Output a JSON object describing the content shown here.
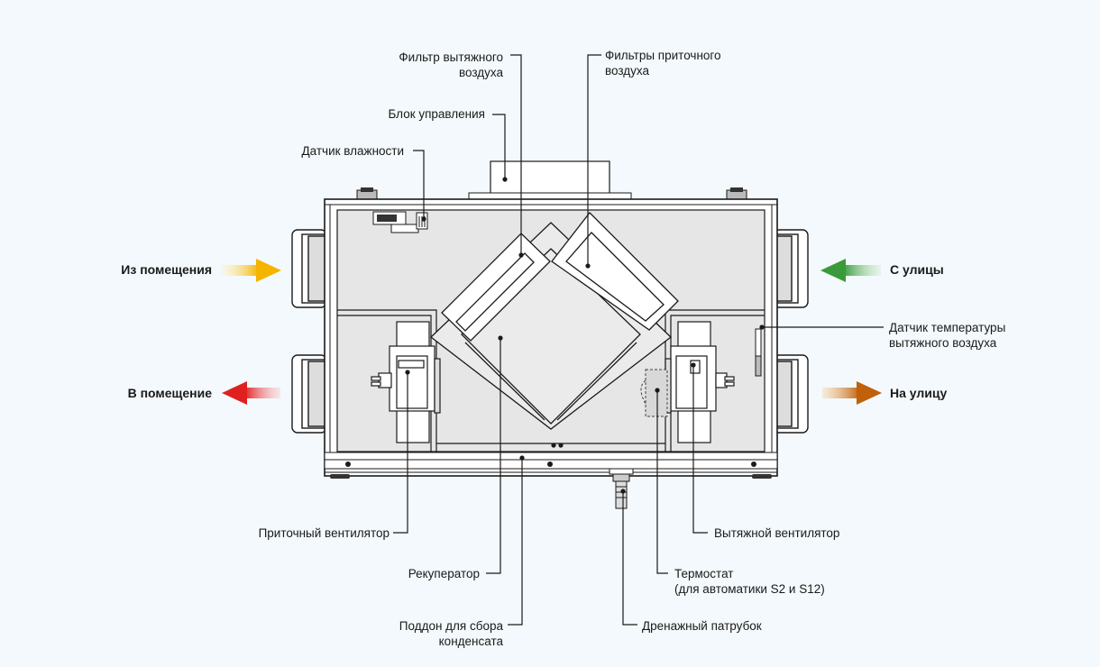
{
  "labels": {
    "exhaust_filter": [
      "Фильтр вытяжного",
      "воздуха"
    ],
    "supply_filters": [
      "Фильтры приточного",
      "воздуха"
    ],
    "control_unit": "Блок управления",
    "humidity_sensor": "Датчик влажности",
    "from_room": "Из помещения",
    "to_room": "В помещение",
    "from_street": "С улицы",
    "to_street": "На улицу",
    "temp_sensor": [
      "Датчик температуры",
      "вытяжного воздуха"
    ],
    "supply_fan": "Приточный вентилятор",
    "recuperator": "Рекуператор",
    "condensate_tray": [
      "Поддон для сбора",
      "конденсата"
    ],
    "exhaust_fan": "Вытяжной вентилятор",
    "thermostat": [
      "Термостат",
      "(для автоматики S2 и S12)"
    ],
    "drain_pipe": "Дренажный патрубок"
  },
  "colors": {
    "background": "#f3f9fc",
    "unit_fill": "#e6e6e6",
    "outline": "#1a1a1a",
    "arrow_from_room": "#f5b400",
    "arrow_to_room": "#e02020",
    "arrow_from_street": "#3a9a3a",
    "arrow_to_street": "#d46a10"
  }
}
